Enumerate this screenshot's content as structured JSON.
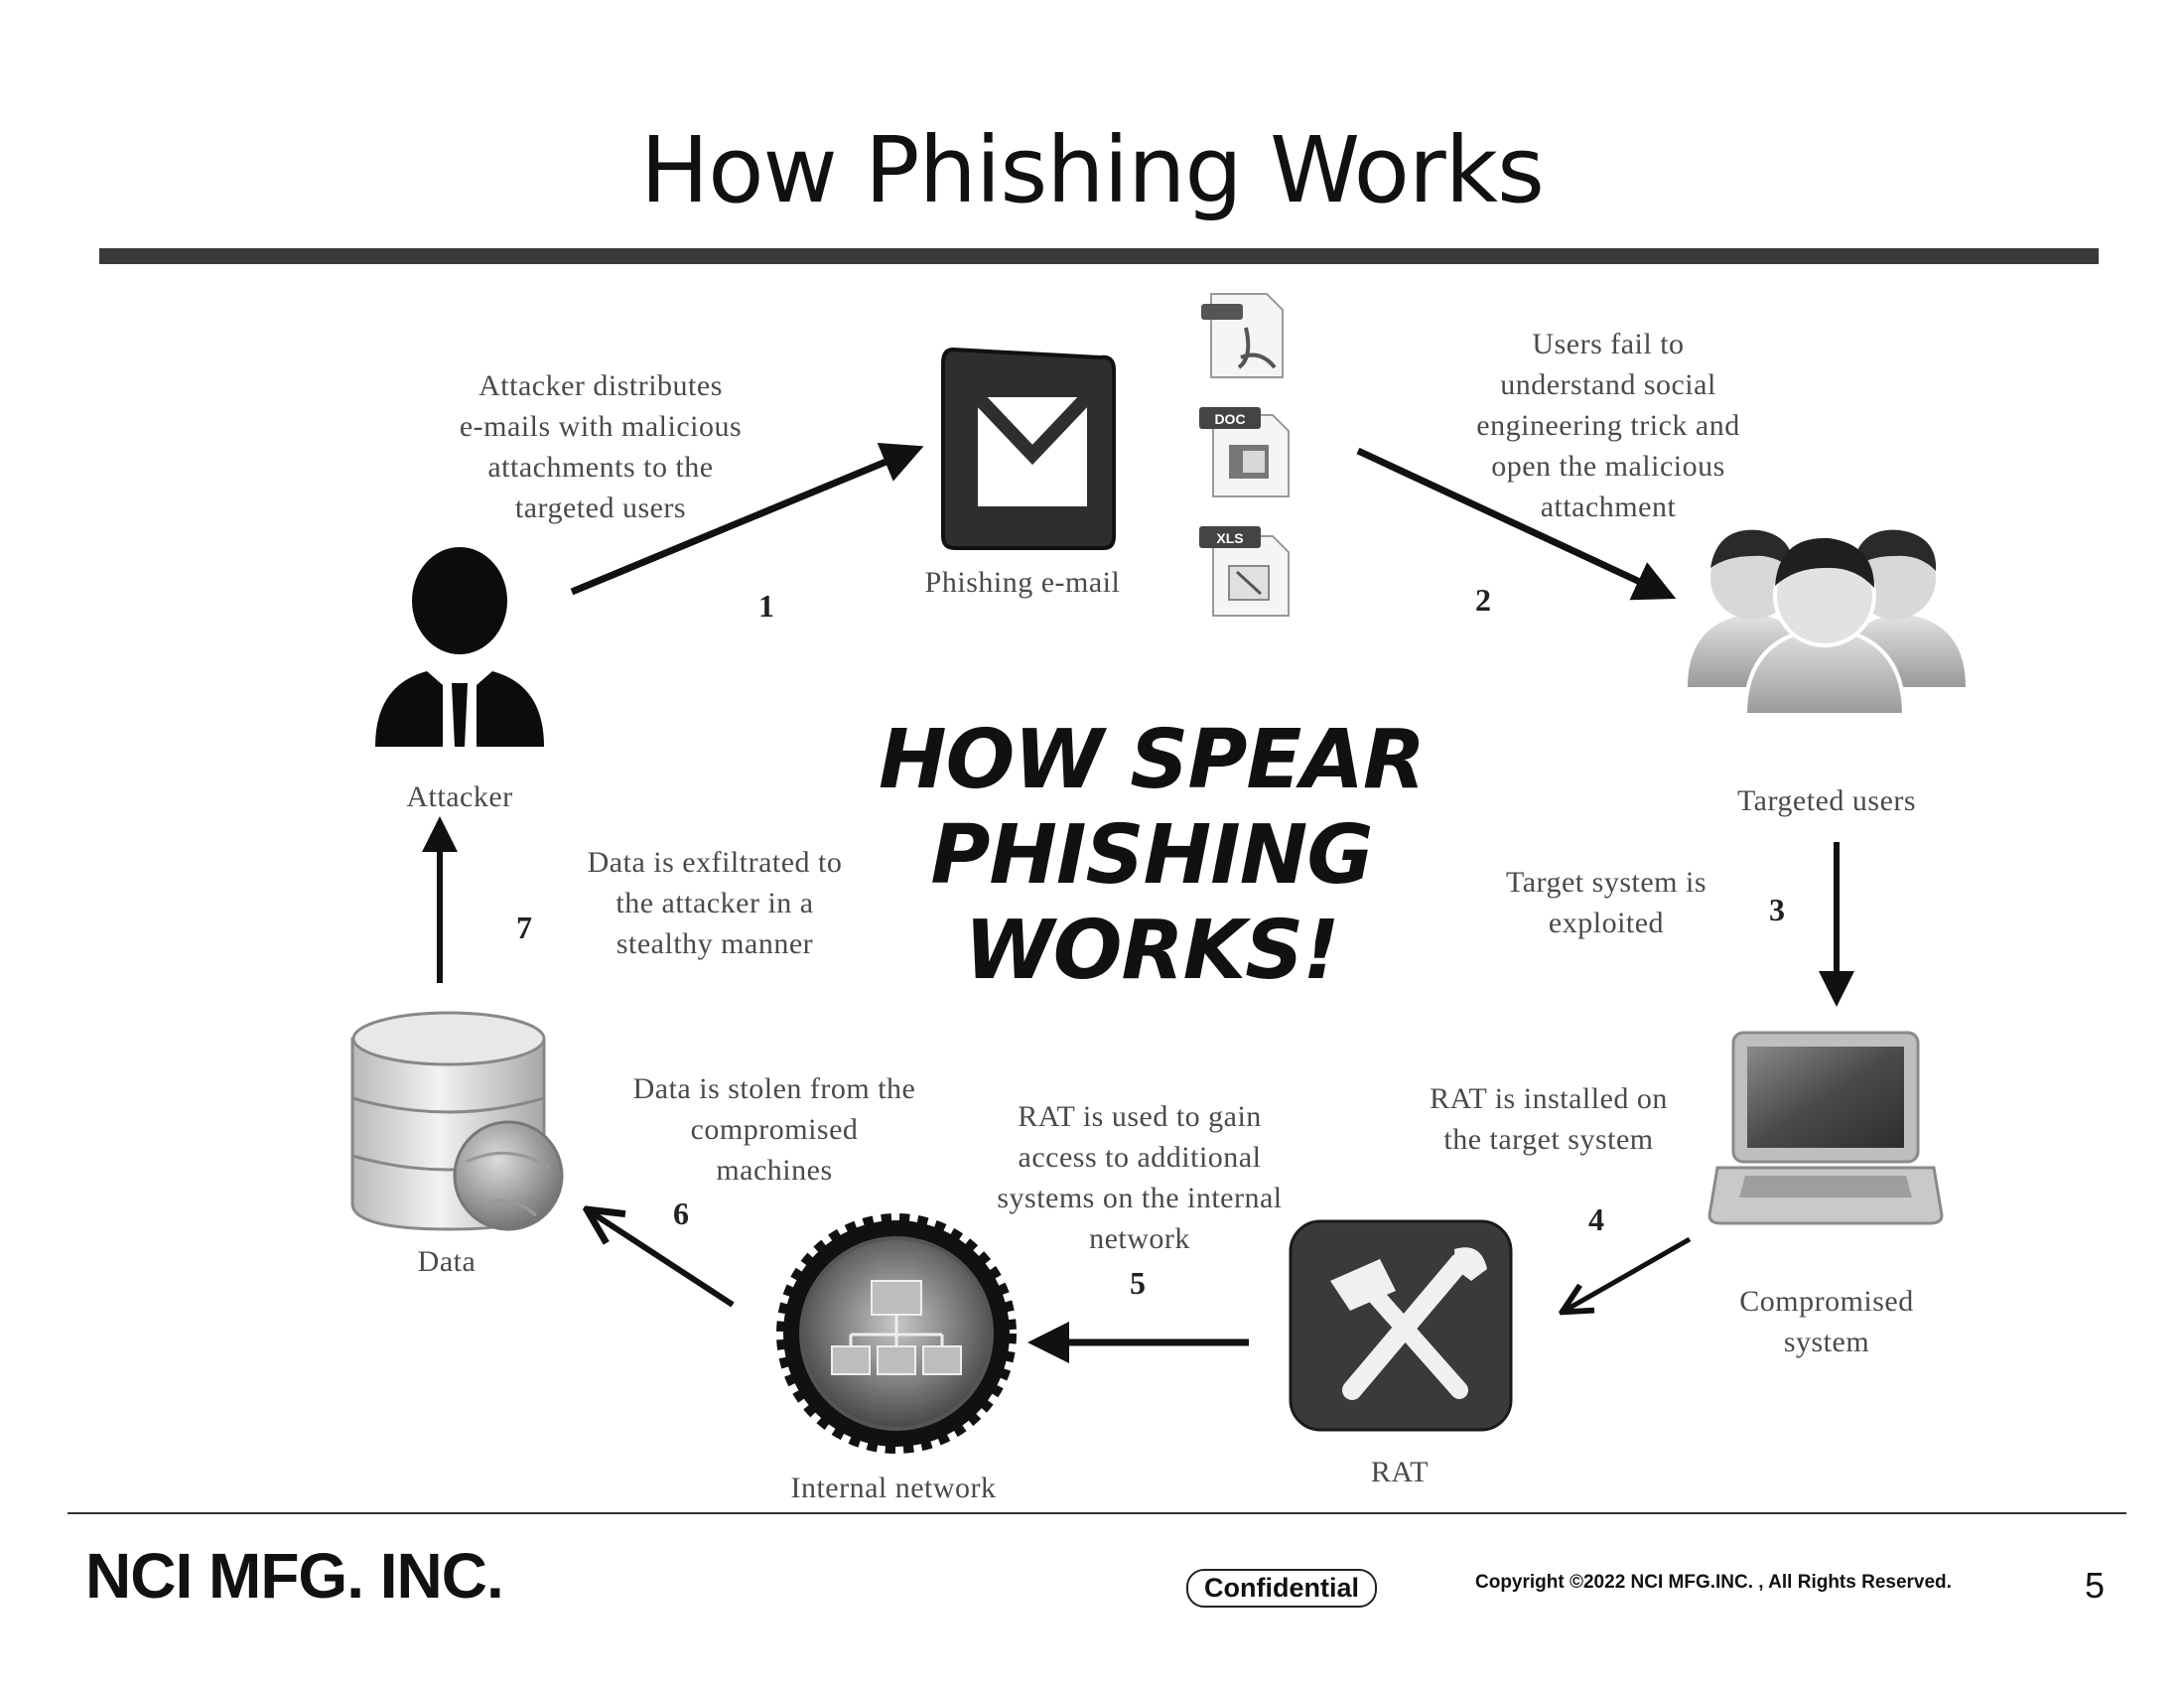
{
  "title": "How Phishing Works",
  "center_title": [
    "HOW SPEAR PHISHING",
    "WORKS!"
  ],
  "nodes": {
    "attacker": "Attacker",
    "phishing_email": "Phishing e-mail",
    "targeted_users": "Targeted users",
    "compromised_system": [
      "Compromised",
      "system"
    ],
    "rat": "RAT",
    "internal_network": "Internal network",
    "data": "Data"
  },
  "file_badges": {
    "doc": "DOC",
    "xls": "XLS"
  },
  "steps": [
    {
      "num": "1",
      "lines": [
        "Attacker distributes",
        "e-mails with malicious",
        "attachments to the",
        "targeted users"
      ]
    },
    {
      "num": "2",
      "lines": [
        "Users fail to",
        "understand social",
        "engineering trick and",
        "open the malicious",
        "attachment"
      ]
    },
    {
      "num": "3",
      "lines": [
        "Target system is",
        "exploited"
      ]
    },
    {
      "num": "4",
      "lines": [
        "RAT is installed on",
        "the target system"
      ]
    },
    {
      "num": "5",
      "lines": [
        "RAT is used to gain",
        "access to additional",
        "systems on the internal",
        "network"
      ]
    },
    {
      "num": "6",
      "lines": [
        "Data is stolen from the",
        "compromised",
        "machines"
      ]
    },
    {
      "num": "7",
      "lines": [
        "Data is exfiltrated to",
        "the attacker in a",
        "stealthy manner"
      ]
    }
  ],
  "footer": {
    "company": "NCI MFG. INC.",
    "confidential": "Confidential",
    "copyright": "Copyright ©2022 NCI MFG.INC. , All Rights Reserved.",
    "page": "5"
  }
}
